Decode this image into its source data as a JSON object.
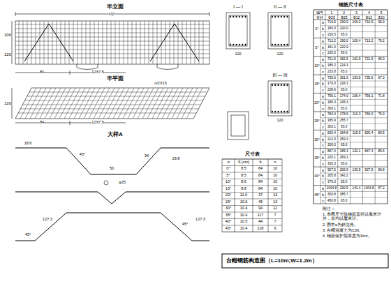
{
  "diagram": {
    "title": "台帽钢筋构造图（L=10m;W=1.2m）",
    "labels": [
      "半立面",
      "l/2",
      "100",
      "120",
      "84",
      "12X7.5",
      "半平面",
      "n/2X15",
      "120",
      "84",
      "12X7.5",
      "大样A",
      "18.6",
      "94",
      "45°",
      "29.8",
      "φ25",
      "50",
      "127.3",
      "45°",
      "127.3",
      "45°",
      "I — I",
      "II — II",
      "III — III",
      "120",
      "120",
      "120",
      "尺寸表",
      "钢筋尺寸表",
      "α",
      "S (cm)",
      "b",
      "n",
      "0°",
      "8.5",
      "84",
      "10",
      "5°",
      "8.5",
      "84",
      "10",
      "10°",
      "8.6",
      "84",
      "10",
      "15°",
      "8.8",
      "84",
      "10",
      "20°",
      "11.0",
      "37",
      "13",
      "25°",
      "10.6",
      "45",
      "13",
      "30°",
      "10.4",
      "94",
      "12",
      "35°",
      "10.4",
      "117",
      "7",
      "40°",
      "10.5",
      "44",
      "7",
      "45°",
      "10.4",
      "118",
      "6",
      "编号",
      "1",
      "2",
      "3",
      "4",
      "5",
      "直径",
      "Φ25",
      "Φ25",
      "Φ12",
      "Φ12",
      "Φ10",
      "0°",
      "a",
      "710.5",
      "190.0",
      "100.0",
      "710.5",
      "65.0",
      "b",
      "180.0",
      "220.0",
      "c",
      "230.5",
      "65.0",
      "5°",
      "a",
      "713.2",
      "190.0",
      "100.4",
      "713.2",
      "70.2",
      "b",
      "181.0",
      "220.9",
      "c",
      "230.5",
      "65.0",
      "10°",
      "a",
      "721.5",
      "182.5",
      "101.5",
      "721.5",
      "65.0",
      "b",
      "185.2",
      "224.3",
      "c",
      "233.8",
      "65.0",
      "15°",
      "a",
      "735.6",
      "181.6",
      "103.5",
      "735.6",
      "67.3",
      "b",
      "170.0",
      "226.1",
      "c",
      "238.6",
      "65.0",
      "20°",
      "a",
      "756.1",
      "174.0",
      "106.4",
      "756.1",
      "71.8",
      "b",
      "185.3",
      "245.3",
      "c",
      "300.1",
      "65.0",
      "25°",
      "a",
      "784.0",
      "178.6",
      "110.3",
      "784.0",
      "76.0",
      "b",
      "185.9",
      "255.7",
      "c",
      "300.1",
      "65.0",
      "30°",
      "a",
      "820.4",
      "184.8",
      "115.5",
      "820.4",
      "80.5",
      "b",
      "212.3",
      "259.3",
      "c",
      "300.0",
      "65.0",
      "35°",
      "a",
      "867.4",
      "185.3",
      "122.1",
      "867.4",
      "85.6",
      "b",
      "220.1",
      "269.1",
      "c",
      "300.3",
      "65.0",
      "40°",
      "a",
      "927.5",
      "206.9",
      "130.5",
      "927.5",
      "90.8",
      "b",
      "265.8",
      "342.2",
      "c",
      "379.3",
      "65.0",
      "45°",
      "a",
      "1004.8",
      "230.5",
      "141.4",
      "1004.8",
      "97.2",
      "b",
      "300.8",
      "385.7",
      "c",
      "450.8",
      "65.0",
      "附注：",
      "1. 本图尺寸除钢筋直径以毫米计外，余均以厘米计。",
      "2. 图中α为斜交角。",
      "3. 台帽混凝土为C30。",
      "4. 钢筋保护层厚度为3cm。"
    ]
  }
}
